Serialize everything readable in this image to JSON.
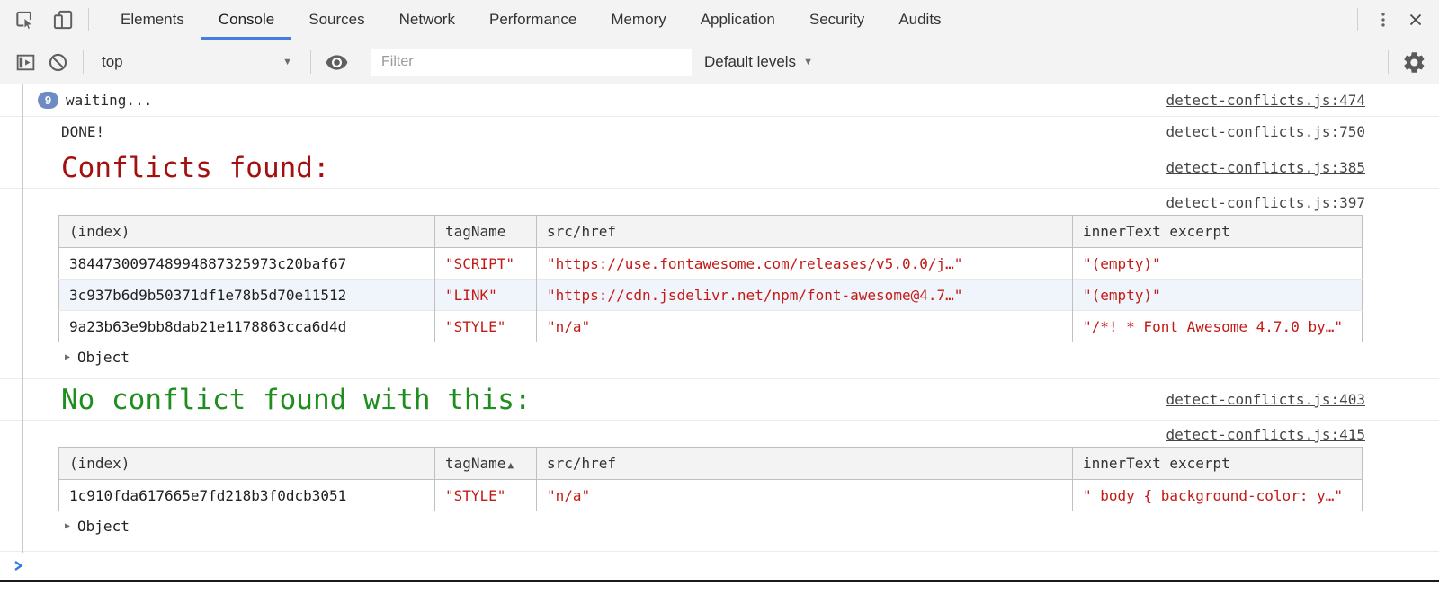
{
  "tabbar": {
    "tabs": [
      "Elements",
      "Console",
      "Sources",
      "Network",
      "Performance",
      "Memory",
      "Application",
      "Security",
      "Audits"
    ],
    "active_tab": "Console"
  },
  "toolbar": {
    "context": "top",
    "filter_placeholder": "Filter",
    "filter_value": "",
    "levels_label": "Default levels"
  },
  "icons": {
    "caret_down": "▼",
    "disclosure": "▶",
    "sort_asc": "▲"
  },
  "console": {
    "messages": {
      "waiting": {
        "badge": "9",
        "text": "waiting...",
        "link": "detect-conflicts.js:474"
      },
      "done": {
        "text": "DONE!",
        "link": "detect-conflicts.js:750"
      },
      "conflicts_heading": {
        "text": "Conflicts found:",
        "link": "detect-conflicts.js:385"
      },
      "table1_link": "detect-conflicts.js:397",
      "object_label": "Object",
      "no_conflict_heading": {
        "text": "No conflict found with this:",
        "link": "detect-conflicts.js:403"
      },
      "table2_link": "detect-conflicts.js:415"
    },
    "table1": {
      "headers": [
        "(index)",
        "tagName",
        "src/href",
        "innerText excerpt"
      ],
      "rows": [
        [
          "384473009748994887325973c20baf67",
          "\"SCRIPT\"",
          "\"https://use.fontawesome.com/releases/v5.0.0/j…\"",
          "\"(empty)\""
        ],
        [
          "3c937b6d9b50371df1e78b5d70e11512",
          "\"LINK\"",
          "\"https://cdn.jsdelivr.net/npm/font-awesome@4.7…\"",
          "\"(empty)\""
        ],
        [
          "9a23b63e9bb8dab21e1178863cca6d4d",
          "\"STYLE\"",
          "\"n/a\"",
          "\"/*! * Font Awesome 4.7.0 by…\""
        ]
      ]
    },
    "table2": {
      "headers": [
        "(index)",
        "tagName",
        "src/href",
        "innerText excerpt"
      ],
      "sorted_column": "tagName",
      "rows": [
        [
          "1c910fda617665e7fd218b3f0dcb3051",
          "\"STYLE\"",
          "\"n/a\"",
          "\" body { background-color: y…\""
        ]
      ]
    }
  },
  "colors": {
    "accent_blue": "#437fe0",
    "heading_red": "#a21010",
    "heading_green": "#1e8e1e",
    "string_red": "#c41a16",
    "badge_blue": "#6e8cc3"
  }
}
